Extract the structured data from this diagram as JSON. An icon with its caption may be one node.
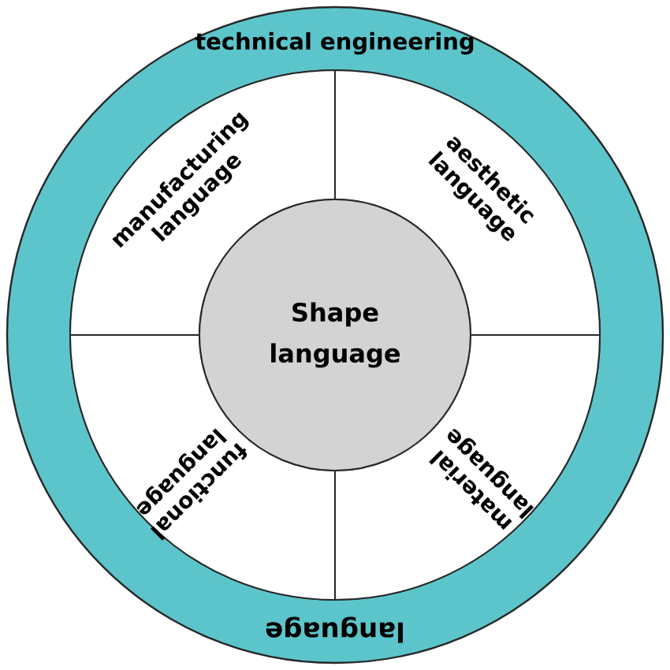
{
  "diagram": {
    "nodes": [
      {
        "text": [
          "technical engineering",
          "language"
        ]
      },
      {
        "text": [
          "manufacturing language"
        ],
        "in": 0
      },
      {
        "text": [
          "aesthetic language"
        ],
        "in": 0
      },
      {
        "text": [
          "functional language"
        ],
        "in": 0
      },
      {
        "text": [
          "material language"
        ],
        "in": 0
      },
      {
        "text": [
          "Shape language"
        ],
        "in": 0
      }
    ]
  }
}
